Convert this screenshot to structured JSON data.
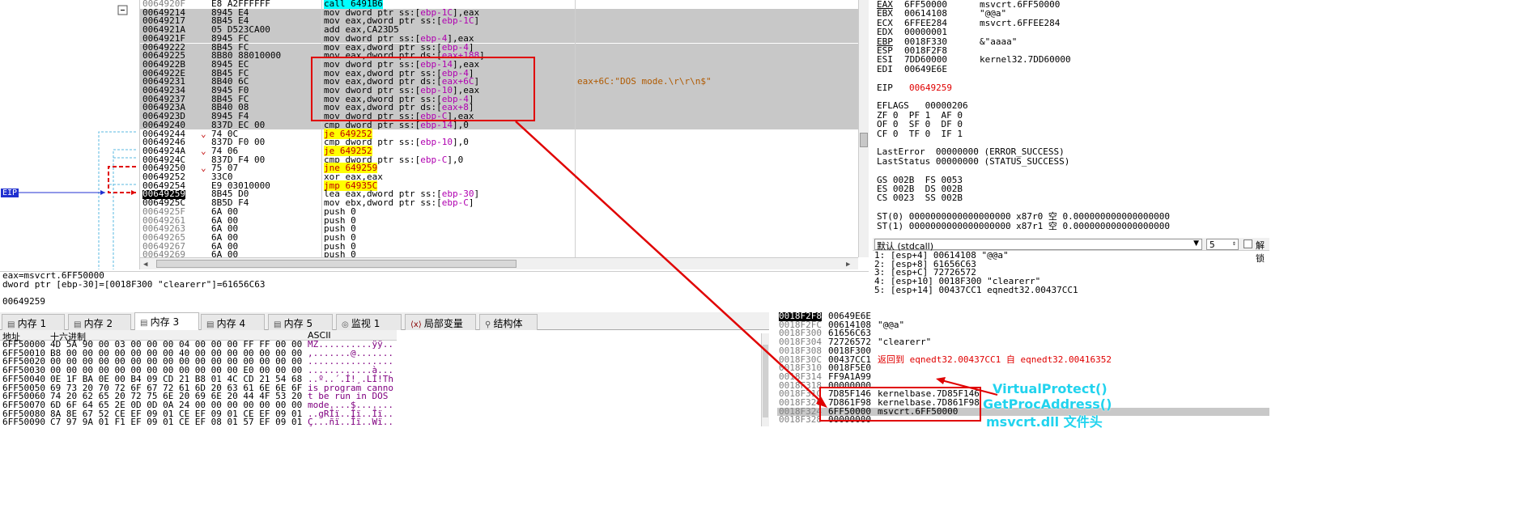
{
  "disasm": {
    "rows": [
      {
        "addr": "0064920F",
        "bytes": "E8 A2FFFFFF",
        "ins": [
          {
            "t": "call",
            "c": "op-call"
          },
          {
            "t": " 6491B6",
            "c": "op-call"
          }
        ],
        "cmt": "",
        "sel": false,
        "cur": false
      },
      {
        "addr": "00649214",
        "bytes": "8945 E4",
        "ins": [
          {
            "t": "mov dword ptr ss:[",
            "c": ""
          },
          {
            "t": "ebp-1C",
            "c": "reg"
          },
          {
            "t": "],eax",
            "c": ""
          }
        ],
        "cmt": "",
        "sel": true,
        "cur": false
      },
      {
        "addr": "00649217",
        "bytes": "8B45 E4",
        "ins": [
          {
            "t": "mov eax,dword ptr ss:[",
            "c": ""
          },
          {
            "t": "ebp-1C",
            "c": "reg"
          },
          {
            "t": "]",
            "c": ""
          }
        ],
        "cmt": "",
        "sel": true,
        "cur": false
      },
      {
        "addr": "0064921A",
        "bytes": "05 D523CA00",
        "ins": [
          {
            "t": "add eax,CA23D5",
            "c": ""
          }
        ],
        "cmt": "",
        "sel": true,
        "cur": false
      },
      {
        "addr": "0064921F",
        "bytes": "8945 FC",
        "ins": [
          {
            "t": "mov dword ptr ss:[",
            "c": ""
          },
          {
            "t": "ebp-4",
            "c": "reg"
          },
          {
            "t": "],eax",
            "c": ""
          }
        ],
        "cmt": "",
        "sel": true,
        "cur": false
      },
      {
        "addr": "00649222",
        "bytes": "8B45 FC",
        "ins": [
          {
            "t": "mov eax,dword ptr ss:[",
            "c": ""
          },
          {
            "t": "ebp-4",
            "c": "reg"
          },
          {
            "t": "]",
            "c": ""
          }
        ],
        "cmt": "",
        "sel": true,
        "cur": false
      },
      {
        "addr": "00649225",
        "bytes": "8B80 88010000",
        "ins": [
          {
            "t": "mov eax,dword ptr ds:[",
            "c": ""
          },
          {
            "t": "eax+188",
            "c": "reg"
          },
          {
            "t": "]",
            "c": ""
          }
        ],
        "cmt": "",
        "sel": true,
        "cur": false
      },
      {
        "addr": "0064922B",
        "bytes": "8945 EC",
        "ins": [
          {
            "t": "mov dword ptr ss:[",
            "c": ""
          },
          {
            "t": "ebp-14",
            "c": "reg"
          },
          {
            "t": "],eax",
            "c": ""
          }
        ],
        "cmt": "",
        "sel": true,
        "cur": false
      },
      {
        "addr": "0064922E",
        "bytes": "8B45 FC",
        "ins": [
          {
            "t": "mov eax,dword ptr ss:[",
            "c": ""
          },
          {
            "t": "ebp-4",
            "c": "reg"
          },
          {
            "t": "]",
            "c": ""
          }
        ],
        "cmt": "",
        "sel": true,
        "cur": false
      },
      {
        "addr": "00649231",
        "bytes": "8B40 6C",
        "ins": [
          {
            "t": "mov eax,dword ptr ds:[",
            "c": ""
          },
          {
            "t": "eax+6C",
            "c": "reg"
          },
          {
            "t": "]",
            "c": ""
          }
        ],
        "cmt": "eax+6C:\"DOS mode.\\r\\r\\n$\"",
        "sel": true,
        "cur": false
      },
      {
        "addr": "00649234",
        "bytes": "8945 F0",
        "ins": [
          {
            "t": "mov dword ptr ss:[",
            "c": ""
          },
          {
            "t": "ebp-10",
            "c": "reg"
          },
          {
            "t": "],eax",
            "c": ""
          }
        ],
        "cmt": "",
        "sel": true,
        "cur": false
      },
      {
        "addr": "00649237",
        "bytes": "8B45 FC",
        "ins": [
          {
            "t": "mov eax,dword ptr ss:[",
            "c": ""
          },
          {
            "t": "ebp-4",
            "c": "reg"
          },
          {
            "t": "]",
            "c": ""
          }
        ],
        "cmt": "",
        "sel": true,
        "cur": false
      },
      {
        "addr": "0064923A",
        "bytes": "8B40 08",
        "ins": [
          {
            "t": "mov eax,dword ptr ds:[",
            "c": ""
          },
          {
            "t": "eax+8",
            "c": "reg"
          },
          {
            "t": "]",
            "c": ""
          }
        ],
        "cmt": "",
        "sel": true,
        "cur": false
      },
      {
        "addr": "0064923D",
        "bytes": "8945 F4",
        "ins": [
          {
            "t": "mov dword ptr ss:[",
            "c": ""
          },
          {
            "t": "ebp-C",
            "c": "reg"
          },
          {
            "t": "],eax",
            "c": ""
          }
        ],
        "cmt": "",
        "sel": true,
        "cur": false
      },
      {
        "addr": "00649240",
        "bytes": "837D EC 00",
        "ins": [
          {
            "t": "cmp dword ptr ss:[",
            "c": ""
          },
          {
            "t": "ebp-14",
            "c": "reg"
          },
          {
            "t": "],0",
            "c": ""
          }
        ],
        "cmt": "",
        "sel": true,
        "cur": false
      },
      {
        "addr": "00649244",
        "bytes": "74 0C",
        "ins": [
          {
            "t": "je",
            "c": "op-j"
          },
          {
            "t": " 649252",
            "c": "op-j"
          }
        ],
        "cmt": "",
        "sel": false,
        "cur": false
      },
      {
        "addr": "00649246",
        "bytes": "837D F0 00",
        "ins": [
          {
            "t": "cmp dword ptr ss:[",
            "c": ""
          },
          {
            "t": "ebp-10",
            "c": "reg"
          },
          {
            "t": "],0",
            "c": ""
          }
        ],
        "cmt": "",
        "sel": false,
        "cur": false
      },
      {
        "addr": "0064924A",
        "bytes": "74 06",
        "ins": [
          {
            "t": "je",
            "c": "op-j"
          },
          {
            "t": " 649252",
            "c": "op-j"
          }
        ],
        "cmt": "",
        "sel": false,
        "cur": false
      },
      {
        "addr": "0064924C",
        "bytes": "837D F4 00",
        "ins": [
          {
            "t": "cmp dword ptr ss:[",
            "c": ""
          },
          {
            "t": "ebp-C",
            "c": "reg"
          },
          {
            "t": "],0",
            "c": ""
          }
        ],
        "cmt": "",
        "sel": false,
        "cur": false
      },
      {
        "addr": "00649250",
        "bytes": "75 07",
        "ins": [
          {
            "t": "jne",
            "c": "op-j"
          },
          {
            "t": " 649259",
            "c": "op-j"
          }
        ],
        "cmt": "",
        "sel": false,
        "cur": false
      },
      {
        "addr": "00649252",
        "bytes": "33C0",
        "ins": [
          {
            "t": "xor eax,eax",
            "c": ""
          }
        ],
        "cmt": "",
        "sel": false,
        "cur": false
      },
      {
        "addr": "00649254",
        "bytes": "E9 03010000",
        "ins": [
          {
            "t": "jmp",
            "c": "op-j"
          },
          {
            "t": " 64935C",
            "c": "op-j"
          }
        ],
        "cmt": "",
        "sel": false,
        "cur": false
      },
      {
        "addr": "00649259",
        "bytes": "8B45 D0",
        "ins": [
          {
            "t": "lea eax,dword ptr ss:[",
            "c": ""
          },
          {
            "t": "ebp-30",
            "c": "reg"
          },
          {
            "t": "]",
            "c": ""
          }
        ],
        "cmt": "",
        "sel": false,
        "cur": true
      },
      {
        "addr": "0064925C",
        "bytes": "8B5D F4",
        "ins": [
          {
            "t": "mov ebx,dword ptr ss:[",
            "c": ""
          },
          {
            "t": "ebp-C",
            "c": "reg"
          },
          {
            "t": "]",
            "c": ""
          }
        ],
        "cmt": "",
        "sel": false,
        "cur": false
      },
      {
        "addr": "0064925F",
        "bytes": "6A 00",
        "ins": [
          {
            "t": "push 0",
            "c": ""
          }
        ],
        "cmt": "",
        "sel": false,
        "cur": false
      },
      {
        "addr": "00649261",
        "bytes": "6A 00",
        "ins": [
          {
            "t": "push 0",
            "c": ""
          }
        ],
        "cmt": "",
        "sel": false,
        "cur": false
      },
      {
        "addr": "00649263",
        "bytes": "6A 00",
        "ins": [
          {
            "t": "push 0",
            "c": ""
          }
        ],
        "cmt": "",
        "sel": false,
        "cur": false
      },
      {
        "addr": "00649265",
        "bytes": "6A 00",
        "ins": [
          {
            "t": "push 0",
            "c": ""
          }
        ],
        "cmt": "",
        "sel": false,
        "cur": false
      },
      {
        "addr": "00649267",
        "bytes": "6A 00",
        "ins": [
          {
            "t": "push 0",
            "c": ""
          }
        ],
        "cmt": "",
        "sel": false,
        "cur": false
      },
      {
        "addr": "00649269",
        "bytes": "6A 00",
        "ins": [
          {
            "t": "push 0",
            "c": ""
          }
        ],
        "cmt": "",
        "sel": false,
        "cur": false
      }
    ],
    "eip_label": "EIP"
  },
  "registers": [
    {
      "name": "EAX",
      "val": "6FF50000",
      "note": "msvcrt.6FF50000",
      "hl": true
    },
    {
      "name": "EBX",
      "val": "00614108",
      "note": "\"@@a\"",
      "hl": false
    },
    {
      "name": "ECX",
      "val": "6FFEE284",
      "note": "msvcrt.6FFEE284",
      "hl": false
    },
    {
      "name": "EDX",
      "val": "00000001",
      "note": "",
      "hl": false
    },
    {
      "name": "EBP",
      "val": "0018F330",
      "note": "&\"aaaa\"",
      "hl": true
    },
    {
      "name": "ESP",
      "val": "0018F2F8",
      "note": "",
      "hl": false
    },
    {
      "name": "ESI",
      "val": "7DD60000",
      "note": "kernel32.7DD60000",
      "hl": false
    },
    {
      "name": "EDI",
      "val": "00649E6E",
      "note": "",
      "hl": false
    }
  ],
  "eip": {
    "name": "EIP",
    "val": "00649259"
  },
  "flags": {
    "eflags": "EFLAGS   00000206",
    "lines": [
      "ZF 0  PF 1  AF 0",
      "OF 0  SF 0  DF 0",
      "CF 0  TF 0  IF 1"
    ]
  },
  "lasterror": "LastError  00000000 (ERROR_SUCCESS)",
  "laststatus": "LastStatus 00000000 (STATUS_SUCCESS)",
  "segs": [
    "GS 002B  FS 0053",
    "ES 002B  DS 002B",
    "CS 0023  SS 002B"
  ],
  "fpu": [
    "ST(0) 0000000000000000000 x87r0 空 0.000000000000000000",
    "ST(1) 0000000000000000000 x87r1 空 0.000000000000000000"
  ],
  "callconv": {
    "select": "默认 (stdcall)",
    "count": "5",
    "unlock_label": "解锁"
  },
  "callstack": [
    "1: [esp+4] 00614108 \"@@a\"",
    "2: [esp+8] 61656C63",
    "3: [esp+C] 72726572",
    "4: [esp+10] 0018F300 \"clearerr\"",
    "5: [esp+14] 00437CC1 eqnedt32.00437CC1"
  ],
  "infobar": [
    "eax=msvcrt.6FF50000",
    "dword ptr [ebp-30]=[0018F300 \"clearerr\"]=61656C63",
    "",
    "00649259"
  ],
  "tabs": [
    {
      "label": "内存 1",
      "icon": "memory-icon"
    },
    {
      "label": "内存 2",
      "icon": "memory-icon"
    },
    {
      "label": "内存 3",
      "icon": "memory-icon"
    },
    {
      "label": "内存 4",
      "icon": "memory-icon"
    },
    {
      "label": "内存 5",
      "icon": "memory-icon"
    },
    {
      "label": "监视 1",
      "icon": "watch-icon"
    },
    {
      "label": "局部变量",
      "icon": "locals-icon"
    },
    {
      "label": "结构体",
      "icon": "struct-icon"
    }
  ],
  "dump": {
    "headers": {
      "addr": "地址",
      "hex": "十六进制",
      "ascii": "ASCII"
    },
    "rows": [
      {
        "addr": "6FF50000",
        "hex": "4D 5A 90 00 03 00 00 00 04 00 00 00 FF FF 00 00",
        "ascii": "MZ..........ÿÿ.."
      },
      {
        "addr": "6FF50010",
        "hex": "B8 00 00 00 00 00 00 00 40 00 00 00 00 00 00 00",
        "ascii": ",.......@......."
      },
      {
        "addr": "6FF50020",
        "hex": "00 00 00 00 00 00 00 00 00 00 00 00 00 00 00 00",
        "ascii": "................"
      },
      {
        "addr": "6FF50030",
        "hex": "00 00 00 00 00 00 00 00 00 00 00 00 E0 00 00 00",
        "ascii": "............à..."
      },
      {
        "addr": "6FF50040",
        "hex": "0E 1F BA 0E 00 B4 09 CD 21 B8 01 4C CD 21 54 68",
        "ascii": "..º..´.Í!¸.LÍ!Th"
      },
      {
        "addr": "6FF50050",
        "hex": "69 73 20 70 72 6F 67 72 61 6D 20 63 61 6E 6E 6F",
        "ascii": "is program canno"
      },
      {
        "addr": "6FF50060",
        "hex": "74 20 62 65 20 72 75 6E 20 69 6E 20 44 4F 53 20",
        "ascii": "t be run in DOS "
      },
      {
        "addr": "6FF50070",
        "hex": "6D 6F 64 65 2E 0D 0D 0A 24 00 00 00 00 00 00 00",
        "ascii": "mode....$......."
      },
      {
        "addr": "6FF50080",
        "hex": "8A 8E 67 52 CE EF 09 01 CE EF 09 01 CE EF 09 01",
        "ascii": "..gRÎï..Îï..Îï.."
      },
      {
        "addr": "6FF50090",
        "hex": "C7 97 9A 01 F1 EF 09 01 CE EF 08 01 57 EF 09 01",
        "ascii": "Ç...ñï..Îï..Wï.."
      }
    ]
  },
  "stack": [
    {
      "addr": "0018F2F8",
      "val": "00649E6E",
      "cmt": "",
      "cur": true
    },
    {
      "addr": "0018F2FC",
      "val": "00614108",
      "cmt": "\"@@a\"",
      "cur": false
    },
    {
      "addr": "0018F300",
      "val": "61656C63",
      "cmt": "",
      "cur": false
    },
    {
      "addr": "0018F304",
      "val": "72726572",
      "cmt": "\"clearerr\"",
      "cur": false
    },
    {
      "addr": "0018F308",
      "val": "0018F300",
      "cmt": "",
      "cur": false
    },
    {
      "addr": "0018F30C",
      "val": "00437CC1",
      "cmt": "返回到 eqnedt32.00437CC1 自 eqnedt32.00416352",
      "cur": false,
      "red": true
    },
    {
      "addr": "0018F310",
      "val": "0018F5E0",
      "cmt": "",
      "cur": false
    },
    {
      "addr": "0018F314",
      "val": "FF9A1A99",
      "cmt": "",
      "cur": false
    },
    {
      "addr": "0018F318",
      "val": "00000000",
      "cmt": "",
      "cur": false
    },
    {
      "addr": "0018F31C",
      "val": "7D85F146",
      "cmt": "kernelbase.7D85F146",
      "cur": false
    },
    {
      "addr": "0018F320",
      "val": "7D861F98",
      "cmt": "kernelbase.7D861F98",
      "cur": false
    },
    {
      "addr": "0018F324",
      "val": "6FF50000",
      "cmt": "msvcrt.6FF50000",
      "cur": false,
      "selrow": true
    },
    {
      "addr": "0018F328",
      "val": "00000000",
      "cmt": "",
      "cur": false
    }
  ],
  "annotation_labels": [
    "VirtualProtect()",
    "GetProcAddress()",
    "msvcrt.dll 文件头"
  ],
  "colors": {
    "highlight_red": "#e00000",
    "annotation_cyan": "#22d3ee",
    "selection_gray": "#c8c8c8",
    "call_cyan": "#00ffff",
    "jump_yellow": "#ffff00"
  }
}
